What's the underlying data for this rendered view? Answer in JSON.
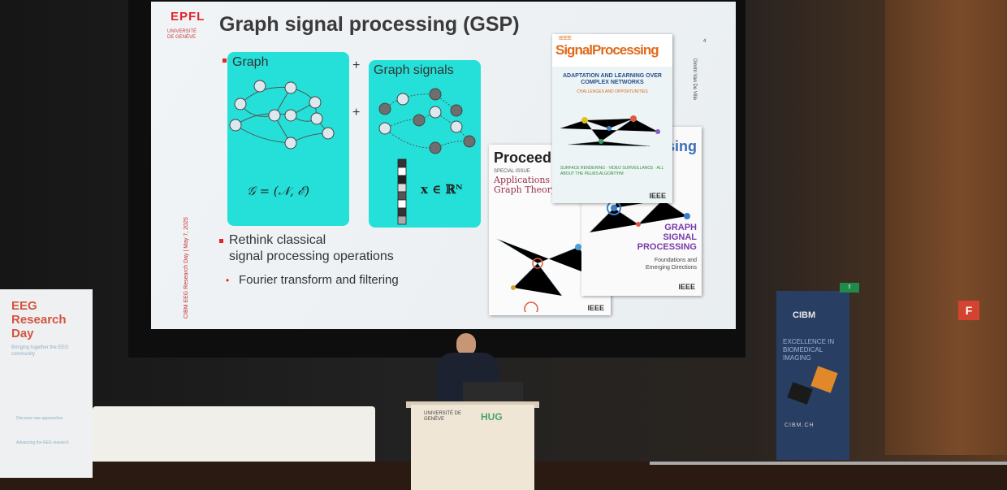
{
  "slide": {
    "logo_epfl": "EPFL",
    "logo_unige": "UNIVERSITÉ DE GENÈVE",
    "title": "Graph signal processing (GSP)",
    "slide_number": "4",
    "author": "Dimitri Van De Ville",
    "footer": "CIBM EEG Research Day | May 7, 2025",
    "panel_graph_label": "Graph",
    "panel_signals_label": "Graph signals",
    "plus": "+",
    "formula_graph": "𝒢 = (𝒩, ℰ)",
    "formula_signal": "x ∈ ℝᴺ",
    "bullet_1_line1": "Rethink classical",
    "bullet_1_line2": "signal processing operations",
    "sub_bullet": "Fourier transform and filtering"
  },
  "magazines": {
    "signal_processing": {
      "brand_small": "IEEE",
      "brand": "SignalProcessing",
      "headline": "ADAPTATION AND LEARNING OVER COMPLEX NETWORKS",
      "sub": "CHALLENGES AND OPPORTUNITIES",
      "tags": "SURFACE RENDERING · VIDEO SURVEILLANCE · ALL ABOUT THE PELMS ALGORITHM",
      "ieee": "IEEE"
    },
    "proceedings": {
      "brand": "Proceedi",
      "special": "SPECIAL ISSUE",
      "topic_line1": "Applications of",
      "topic_line2": "Graph Theory",
      "ieee": "IEEE"
    },
    "gsp": {
      "brand": "sing",
      "title_line1": "GRAPH",
      "title_line2": "SIGNAL",
      "title_line3": "PROCESSING",
      "sub_line1": "Foundations and",
      "sub_line2": "Emerging Directions",
      "ieee": "IEEE"
    }
  },
  "banner_left": {
    "title_line1": "EEG",
    "title_line2": "Research",
    "title_line3": "Day",
    "subtitle": "Bringing together the EEG community",
    "bullet_1": "Discover new approaches",
    "bullet_2": "Advancing the EEG research"
  },
  "banner_right": {
    "logo": "CIBM",
    "tagline": "EXCELLENCE IN BIOMEDICAL IMAGING",
    "url": "CIBM.CH"
  },
  "podium": {
    "unige": "UNIVERSITÉ DE GENÈVE",
    "hug": "HUG"
  },
  "signs": {
    "fire": "F"
  },
  "colors": {
    "panel": "#24e0d8",
    "accent_red": "#e4242b",
    "node_fill": "#dde8ee",
    "node_dark": "#6e6e6e"
  }
}
